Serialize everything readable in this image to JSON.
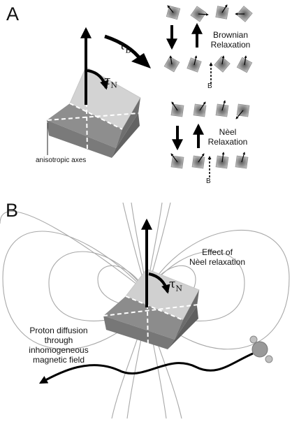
{
  "panels": {
    "a_label": "A",
    "b_label": "B"
  },
  "symbols": {
    "tau": "τ",
    "brownian_sub": "B",
    "neel_sub": "N",
    "field": "B"
  },
  "labels": {
    "brownian": "Brownian\nRelaxation",
    "neel": "Nèel\nRelaxation",
    "anisotropic_axes": "anisotropic axes",
    "effect_neel": "Effect of\nNèel relaxation",
    "proton_diffusion": "Proton diffusion\nthrough\ninhomogeneous\nmagnetic field"
  },
  "colors": {
    "crystal": "#9a9a9a",
    "field_lines": "#a8a8a8",
    "arrow": "#000000"
  }
}
